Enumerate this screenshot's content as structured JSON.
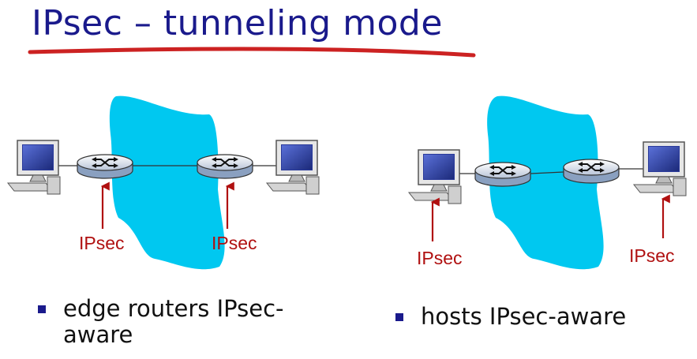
{
  "title": "IPsec – tunneling mode",
  "colors": {
    "title": "#1a1a8c",
    "underline": "#cc2222",
    "network_cloud": "#00c8f0",
    "label": "#b01010",
    "bullet": "#1a1a8c"
  },
  "icons": [
    "desktop-computer-icon",
    "router-icon"
  ],
  "diagrams": [
    {
      "labels": [
        "IPsec",
        "IPsec"
      ],
      "caption": "edge routers IPsec-aware"
    },
    {
      "labels": [
        "IPsec",
        "IPsec"
      ],
      "caption": "hosts IPsec-aware"
    }
  ]
}
